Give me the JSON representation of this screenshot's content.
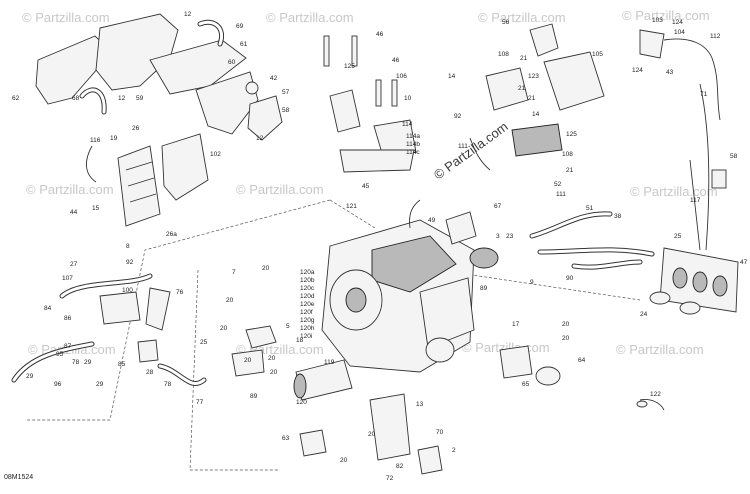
{
  "watermarks": {
    "text": "© Partzilla.com",
    "center_text": "© Partzilla.com"
  },
  "drawing_code": "08M1524",
  "callouts": [
    {
      "label": "12"
    },
    {
      "label": "69"
    },
    {
      "label": "61"
    },
    {
      "label": "62"
    },
    {
      "label": "68"
    },
    {
      "label": "12"
    },
    {
      "label": "59"
    },
    {
      "label": "60"
    },
    {
      "label": "42"
    },
    {
      "label": "57"
    },
    {
      "label": "58"
    },
    {
      "label": "12"
    },
    {
      "label": "116"
    },
    {
      "label": "19"
    },
    {
      "label": "26"
    },
    {
      "label": "102"
    },
    {
      "label": "44"
    },
    {
      "label": "15"
    },
    {
      "label": "26a"
    },
    {
      "label": "46"
    },
    {
      "label": "125"
    },
    {
      "label": "46"
    },
    {
      "label": "106"
    },
    {
      "label": "10"
    },
    {
      "label": "114"
    },
    {
      "label": "114a"
    },
    {
      "label": "114b"
    },
    {
      "label": "114c"
    },
    {
      "label": "45"
    },
    {
      "label": "56"
    },
    {
      "label": "108"
    },
    {
      "label": "105"
    },
    {
      "label": "21"
    },
    {
      "label": "14"
    },
    {
      "label": "123"
    },
    {
      "label": "21"
    },
    {
      "label": "21"
    },
    {
      "label": "14"
    },
    {
      "label": "125"
    },
    {
      "label": "92"
    },
    {
      "label": "111"
    },
    {
      "label": "108"
    },
    {
      "label": "21"
    },
    {
      "label": "52"
    },
    {
      "label": "111"
    },
    {
      "label": "67"
    },
    {
      "label": "103"
    },
    {
      "label": "124"
    },
    {
      "label": "104"
    },
    {
      "label": "112"
    },
    {
      "label": "71"
    },
    {
      "label": "124"
    },
    {
      "label": "43"
    },
    {
      "label": "58"
    },
    {
      "label": "117"
    },
    {
      "label": "121"
    },
    {
      "label": "49"
    },
    {
      "label": "3"
    },
    {
      "label": "51"
    },
    {
      "label": "38"
    },
    {
      "label": "23"
    },
    {
      "label": "25"
    },
    {
      "label": "47"
    },
    {
      "label": "90"
    },
    {
      "label": "89"
    },
    {
      "label": "9"
    },
    {
      "label": "24"
    },
    {
      "label": "8"
    },
    {
      "label": "92"
    },
    {
      "label": "27"
    },
    {
      "label": "107"
    },
    {
      "label": "100"
    },
    {
      "label": "76"
    },
    {
      "label": "84"
    },
    {
      "label": "86"
    },
    {
      "label": "87"
    },
    {
      "label": "78"
    },
    {
      "label": "29"
    },
    {
      "label": "95"
    },
    {
      "label": "29"
    },
    {
      "label": "96"
    },
    {
      "label": "29"
    },
    {
      "label": "85"
    },
    {
      "label": "28"
    },
    {
      "label": "78"
    },
    {
      "label": "25"
    },
    {
      "label": "77"
    },
    {
      "label": "20"
    },
    {
      "label": "7"
    },
    {
      "label": "20"
    },
    {
      "label": "120a"
    },
    {
      "label": "120b"
    },
    {
      "label": "120c"
    },
    {
      "label": "120d"
    },
    {
      "label": "120e"
    },
    {
      "label": "120f"
    },
    {
      "label": "120g"
    },
    {
      "label": "120h"
    },
    {
      "label": "120i"
    },
    {
      "label": "5"
    },
    {
      "label": "18"
    },
    {
      "label": "119"
    },
    {
      "label": "20"
    },
    {
      "label": "89"
    },
    {
      "label": "120"
    },
    {
      "label": "63"
    },
    {
      "label": "20"
    },
    {
      "label": "13"
    },
    {
      "label": "20"
    },
    {
      "label": "82"
    },
    {
      "label": "70"
    },
    {
      "label": "2"
    },
    {
      "label": "72"
    },
    {
      "label": "17"
    },
    {
      "label": "20"
    },
    {
      "label": "20"
    },
    {
      "label": "64"
    },
    {
      "label": "65"
    },
    {
      "label": "122"
    },
    {
      "label": "20"
    },
    {
      "label": "20"
    },
    {
      "label": "20"
    }
  ]
}
